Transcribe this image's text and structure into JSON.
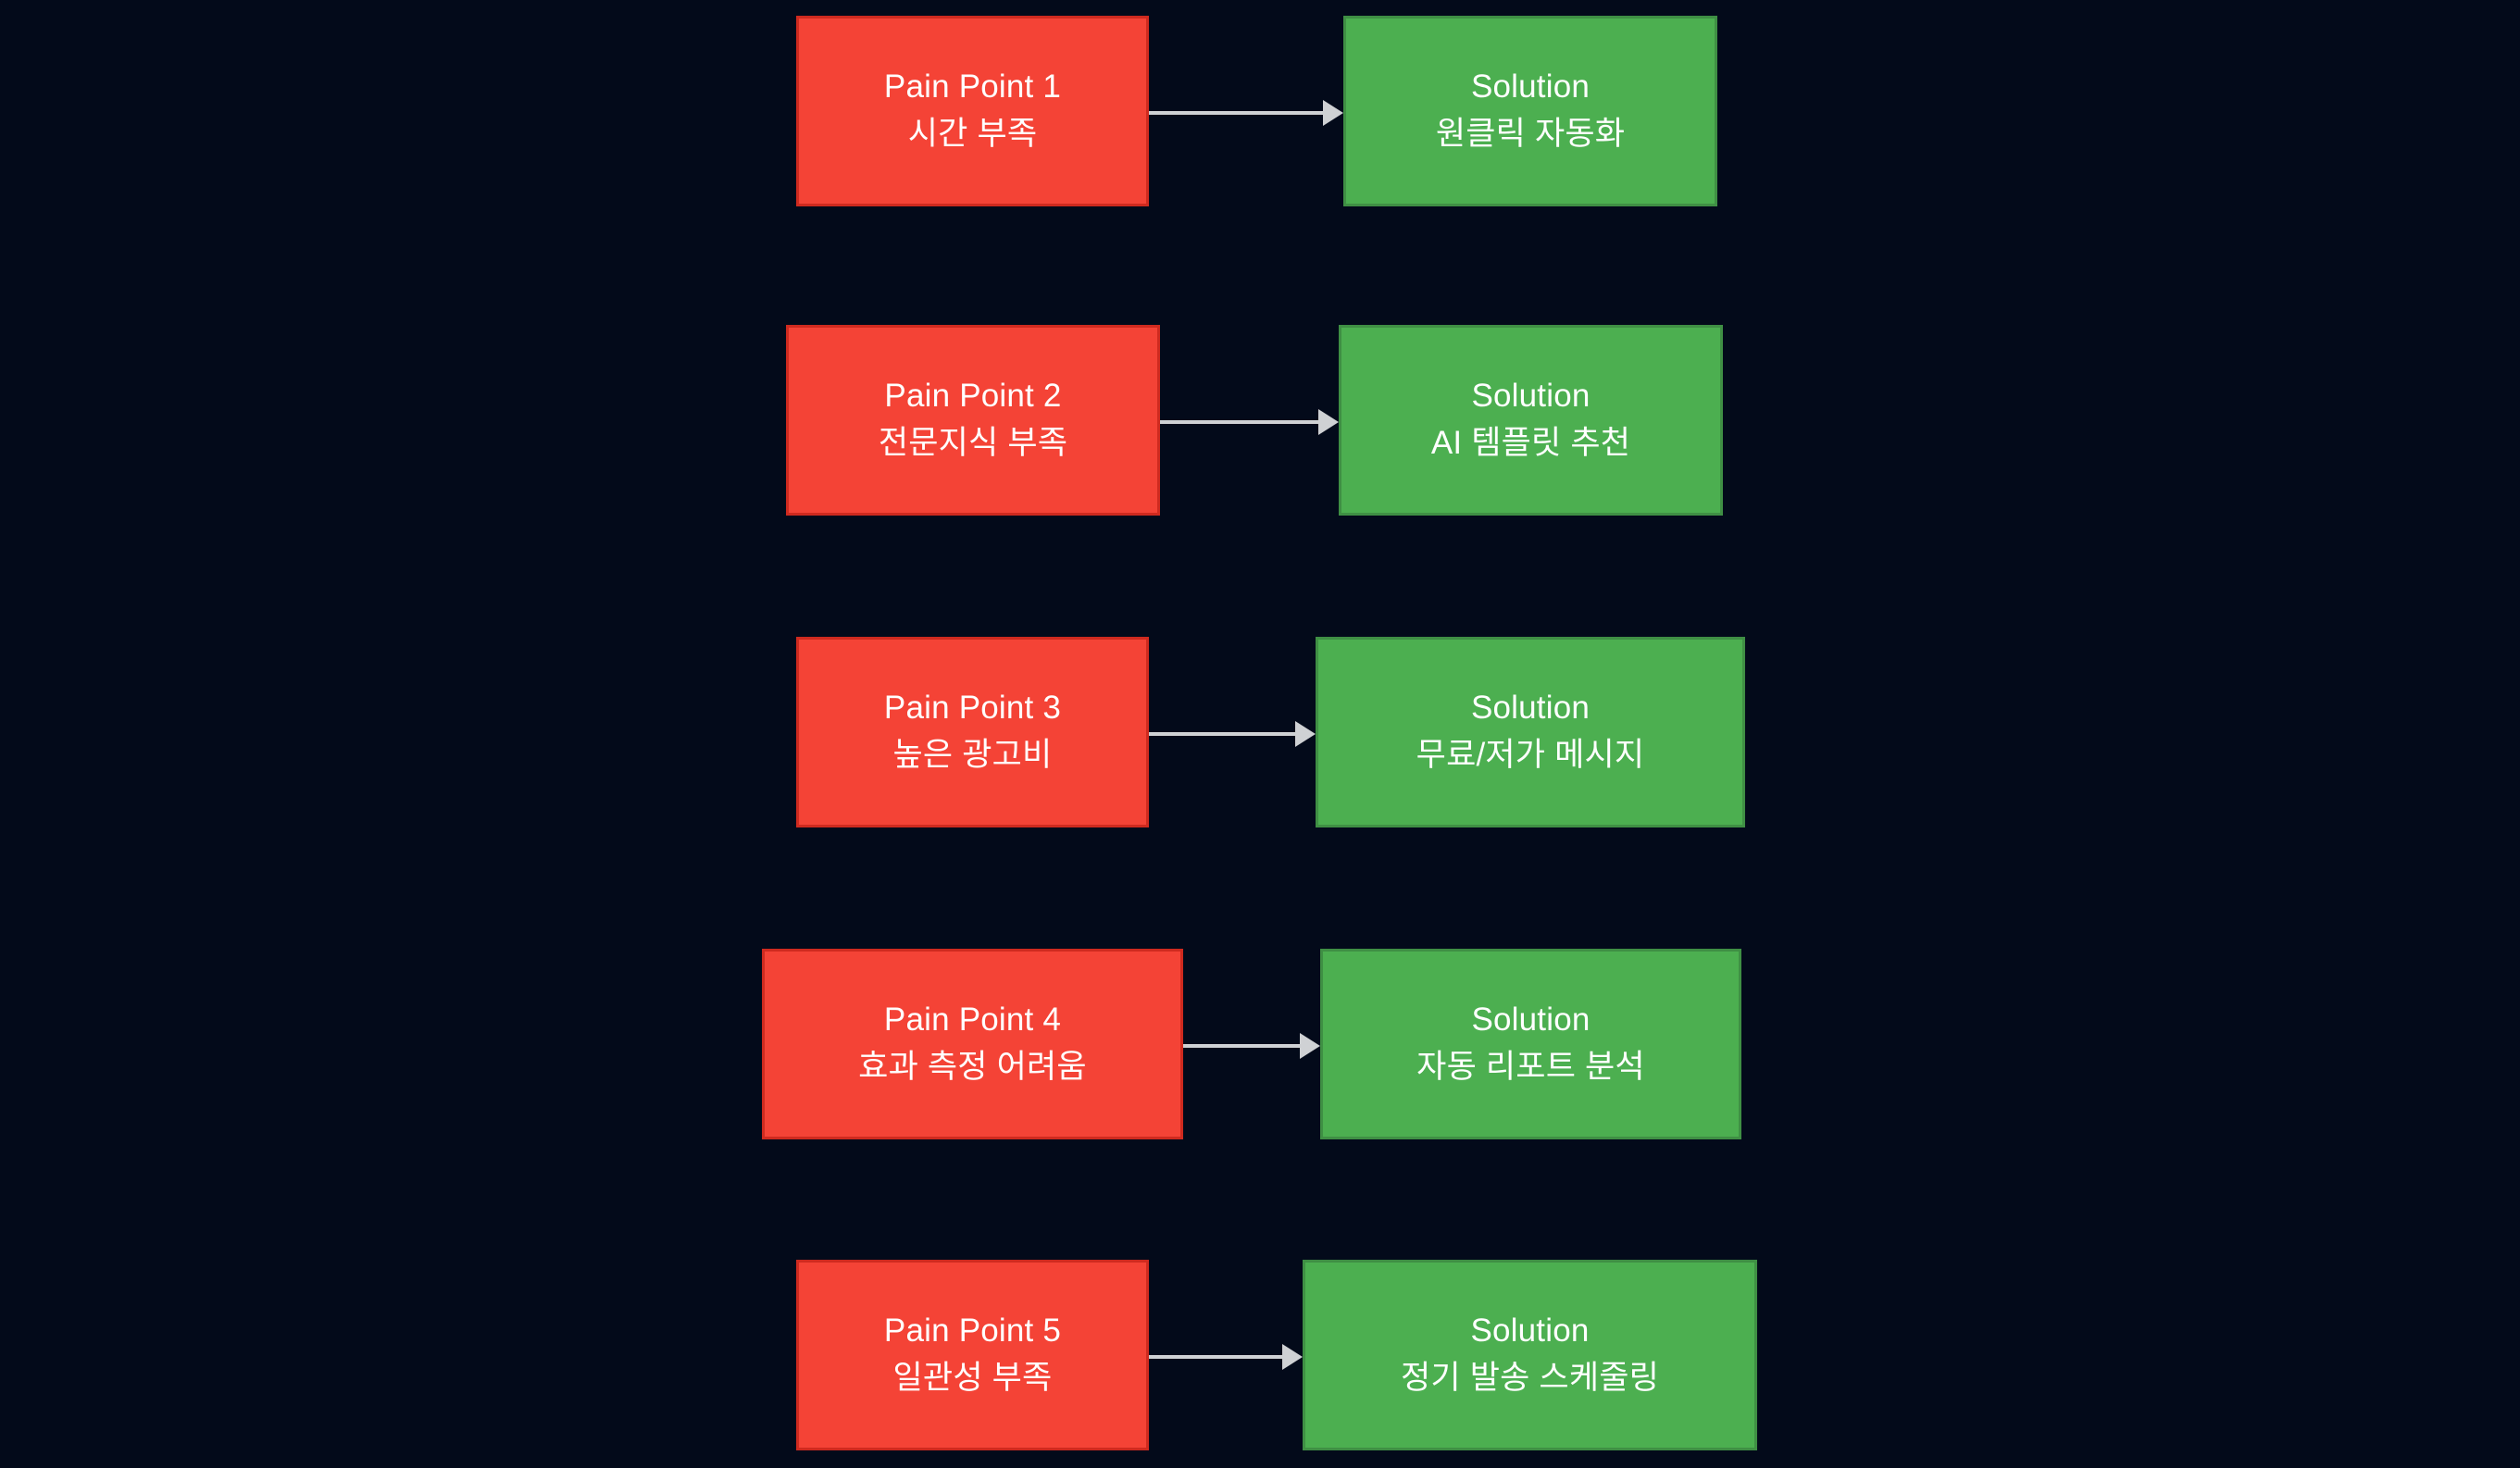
{
  "diagram": {
    "type": "flowchart",
    "background_color": "#030a1a",
    "pain_color": "#f44336",
    "solution_color": "#4caf50",
    "arrow_color": "#cfd1d4",
    "text_color": "#ffffff",
    "pairs": [
      {
        "pain_title": "Pain Point 1",
        "pain_detail": "시간 부족",
        "solution_title": "Solution",
        "solution_detail": "원클릭 자동화"
      },
      {
        "pain_title": "Pain Point 2",
        "pain_detail": "전문지식 부족",
        "solution_title": "Solution",
        "solution_detail": "AI 템플릿 추천"
      },
      {
        "pain_title": "Pain Point 3",
        "pain_detail": "높은 광고비",
        "solution_title": "Solution",
        "solution_detail": "무료/저가 메시지"
      },
      {
        "pain_title": "Pain Point 4",
        "pain_detail": "효과 측정 어려움",
        "solution_title": "Solution",
        "solution_detail": "자동 리포트 분석"
      },
      {
        "pain_title": "Pain Point 5",
        "pain_detail": "일관성 부족",
        "solution_title": "Solution",
        "solution_detail": "정기 발송 스케줄링"
      }
    ]
  }
}
